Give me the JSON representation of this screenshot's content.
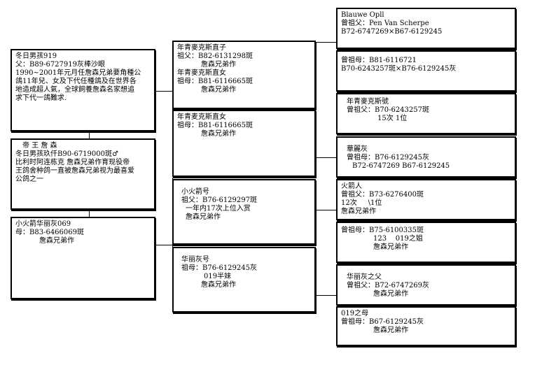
{
  "pedigree": {
    "subject": {
      "line1": "冬日男孩919",
      "line2": "父：B89-6727919灰棒沙眼",
      "line3": "1990~2001年元月任詹森兄弟要角種公",
      "line4": "鴿11年兒、女及下代任種鴿及在世界各",
      "line5": "地造成超人氣，全球飼養詹森名家想追",
      "line6": "求下代一鴿難求."
    },
    "emperor": {
      "line1": "帝 王 詹 森",
      "line2": "冬日男孩玖仟B90-6719000斑♂",
      "line3": "比利时阿连栋克 詹森兄弟作育现役帝",
      "line4": "王鸽舍种鸽一直被詹森兄弟视为最喜爱",
      "line5": "公鸽之一"
    },
    "mother": {
      "line1": "小火箭华丽灰069",
      "line2": "母：B83-6466069斑",
      "line3": "詹森兄弟作"
    },
    "gp1": {
      "line1": "年青麥克斯直子",
      "line2": "祖父：B82-6131298斑",
      "line3": "詹森兄弟作",
      "line4": "年青麥克斯直女",
      "line5": "祖母：B81-6116665斑",
      "line6": "詹森兄弟作"
    },
    "gp2": {
      "line1": "年青麦克斯直女",
      "line2": "祖母：B81-6116665斑",
      "line3": "詹森兄弟作"
    },
    "gp3": {
      "line1": "小火箭号",
      "line2": "祖父：B76-6129297斑",
      "line3": "一年内17次上位入赏",
      "line4": "詹森兄弟作"
    },
    "gp4": {
      "line1": "华丽灰号",
      "line2": "祖母：B76-6129245灰",
      "line3": "019半妹",
      "line4": "詹森兄弟作"
    },
    "ggp1": {
      "line1": "Blauwe Opll",
      "line2": "曾祖父：Pen Van Scherpe",
      "line3": "B72-6747269×B67-6129245"
    },
    "ggp2": {
      "line1": "曾祖母：B81-6116721",
      "line2": "B70-6243257斑×B76-6129245灰"
    },
    "ggp3": {
      "line1": "年青麥克斯號",
      "line2": "曾祖父：B70-6243257斑",
      "line3": "15次 1位"
    },
    "ggp4": {
      "line1": "華麗灰",
      "line2": "曾祖母：B76-6129245灰",
      "line3": "B72-6747269 B67-6129245"
    },
    "ggp5": {
      "line1": "火箭人",
      "line2": "曾祖父：B73-6276400斑",
      "line3": "12次     \\1位",
      "line4": "詹森兄弟作"
    },
    "ggp6": {
      "line1": "曾祖母：B75-6100335斑",
      "line2": "123    019之姐",
      "line3": "詹森兄弟作"
    },
    "ggp7": {
      "line1": "华丽灰之父",
      "line2": "曾祖父：B72-6747269灰",
      "line3": "詹森兄弟作"
    },
    "ggp8": {
      "line1": "019之母",
      "line2": "曾祖母：B67-6129245灰",
      "line3": "詹森兄弟作"
    }
  }
}
